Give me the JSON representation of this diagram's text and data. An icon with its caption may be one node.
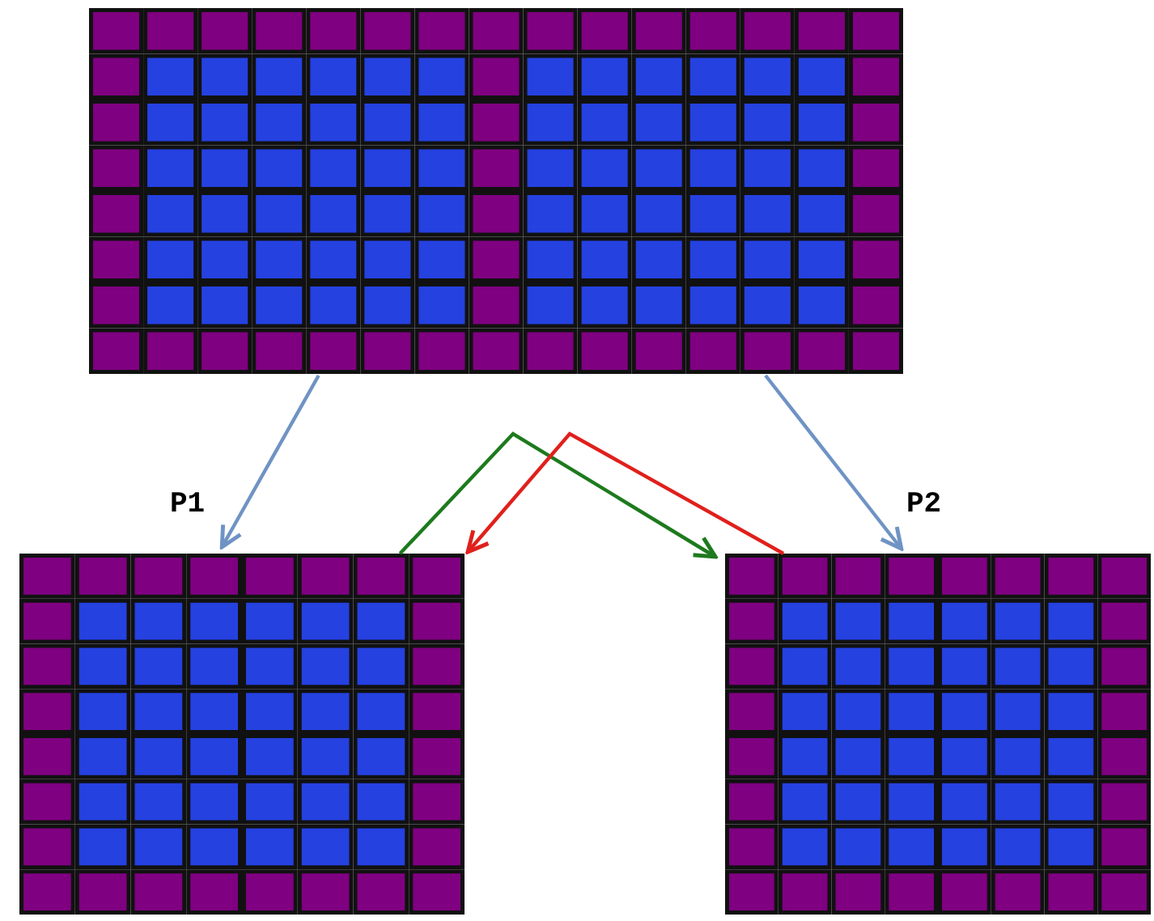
{
  "diagram": {
    "nodes": [
      {
        "text": [],
        "shape": "picture"
      },
      {
        "text": [
          "P1"
        ]
      },
      {
        "text": [
          "P2"
        ]
      }
    ],
    "edges": [
      {
        "from": 0,
        "to": 1,
        "arrow": "to",
        "color": "#6f93c4"
      },
      {
        "from": 0,
        "to": 2,
        "arrow": "to",
        "color": "#6f93c4"
      },
      {
        "from": 1,
        "to": 2,
        "arrow": "to",
        "color": "#1d7a1d"
      },
      {
        "from": 2,
        "to": 1,
        "arrow": "to",
        "color": "#e0201c"
      }
    ]
  }
}
